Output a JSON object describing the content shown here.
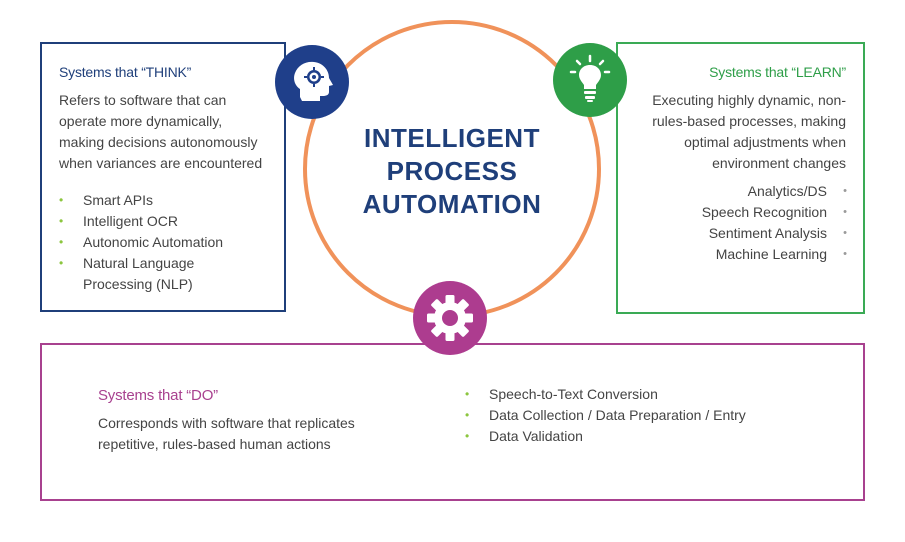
{
  "center": {
    "line1": "INTELLIGENT",
    "line2": "PROCESS",
    "line3": "AUTOMATION"
  },
  "think": {
    "heading": "Systems that “THINK”",
    "desc_lines": [
      "Refers to software that can",
      "operate more dynamically,",
      "making decisions autonomously",
      "when variances are encountered"
    ],
    "items": [
      "Smart APIs",
      "Intelligent OCR",
      "Autonomic Automation",
      "Natural Language",
      "Processing (NLP)"
    ]
  },
  "learn": {
    "heading": "Systems that “LEARN”",
    "desc_lines": [
      "Executing highly dynamic, non-",
      "rules-based processes, making",
      "optimal adjustments when",
      "environment changes"
    ],
    "items": [
      "Analytics/DS",
      "Speech Recognition",
      "Sentiment Analysis",
      "Machine Learning"
    ]
  },
  "do": {
    "heading": "Systems that “DO”",
    "desc_lines": [
      "Corresponds with software that replicates",
      "repetitive, rules-based human actions"
    ],
    "items": [
      "Speech-to-Text Conversion",
      "Data Collection / Data Preparation / Entry",
      "Data Validation"
    ]
  },
  "colors": {
    "think": "#1f3f7a",
    "learn": "#3aaa55",
    "do": "#a8418f",
    "ring": "#f0925a",
    "bullet_green": "#8cc63f"
  },
  "icons": {
    "think": "head-gear-icon",
    "learn": "lightbulb-icon",
    "do": "gear-icon"
  }
}
